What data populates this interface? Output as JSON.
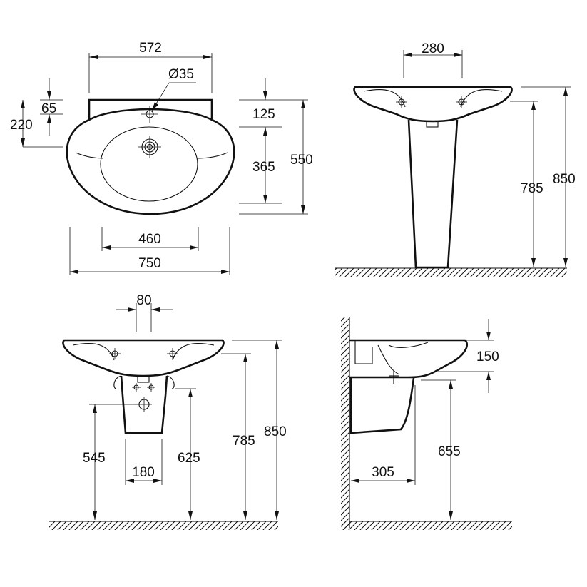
{
  "drawing": {
    "views": {
      "top": {
        "dims": {
          "top_width": "572",
          "hole_diameter": "Ø35",
          "offset_65": "65",
          "offset_220": "220",
          "offset_125": "125",
          "bowl_365": "365",
          "depth_550": "550",
          "bowl_width_460": "460",
          "overall_width_750": "750"
        }
      },
      "side_pedestal": {
        "dims": {
          "pedestal_280": "280",
          "rim_785": "785",
          "overall_850": "850"
        }
      },
      "front_semi_pedestal": {
        "dims": {
          "spacing_80": "80",
          "base_180": "180",
          "height_545": "545",
          "height_625": "625",
          "rim_785": "785",
          "overall_850": "850"
        }
      },
      "side_semi_pedestal": {
        "dims": {
          "rim_150": "150",
          "height_655": "655",
          "projection_305": "305"
        }
      }
    }
  }
}
